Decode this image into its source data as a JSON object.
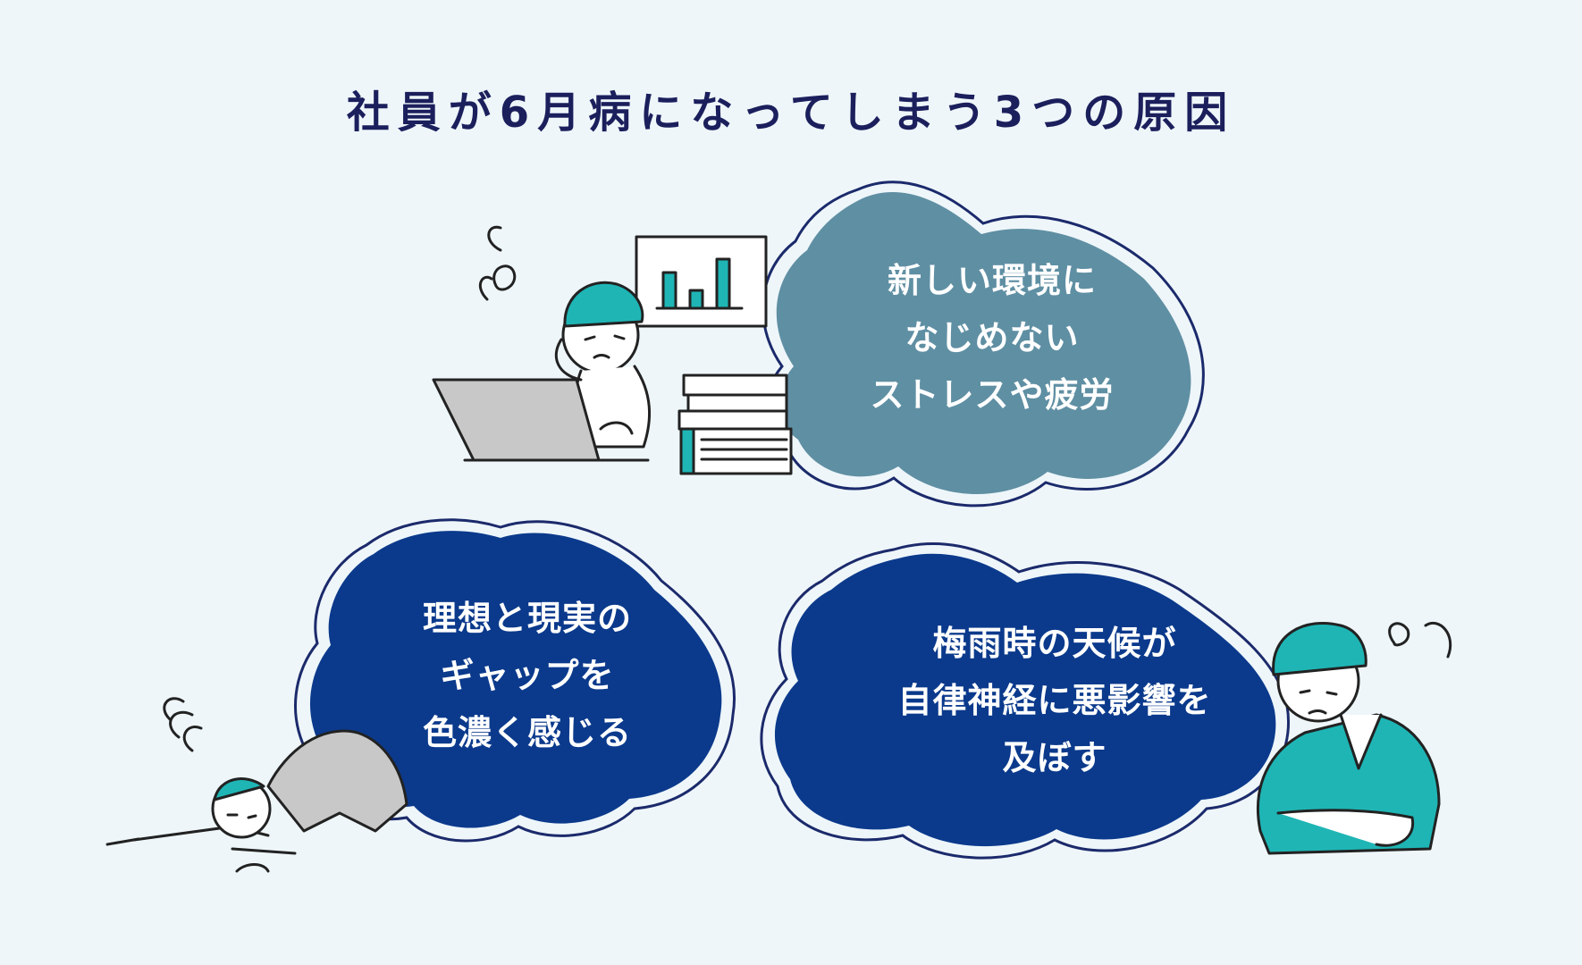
{
  "title": "社員が6月病になってしまう3つの原因",
  "causes": [
    {
      "lines": [
        "新しい環境に",
        "なじめない",
        "ストレスや疲労"
      ]
    },
    {
      "lines": [
        "理想と現実の",
        "ギャップを",
        "色濃く感じる"
      ]
    },
    {
      "lines": [
        "梅雨時の天候が",
        "自律神経に悪影響を",
        "及ぼす"
      ]
    }
  ],
  "colors": {
    "background": "#eef6fa",
    "title": "#1b1f5c",
    "bubble_teal": "#5f8fa3",
    "bubble_navy": "#0b3a8c",
    "outline": "#1b2a6b",
    "accent": "#1fb5b5"
  }
}
